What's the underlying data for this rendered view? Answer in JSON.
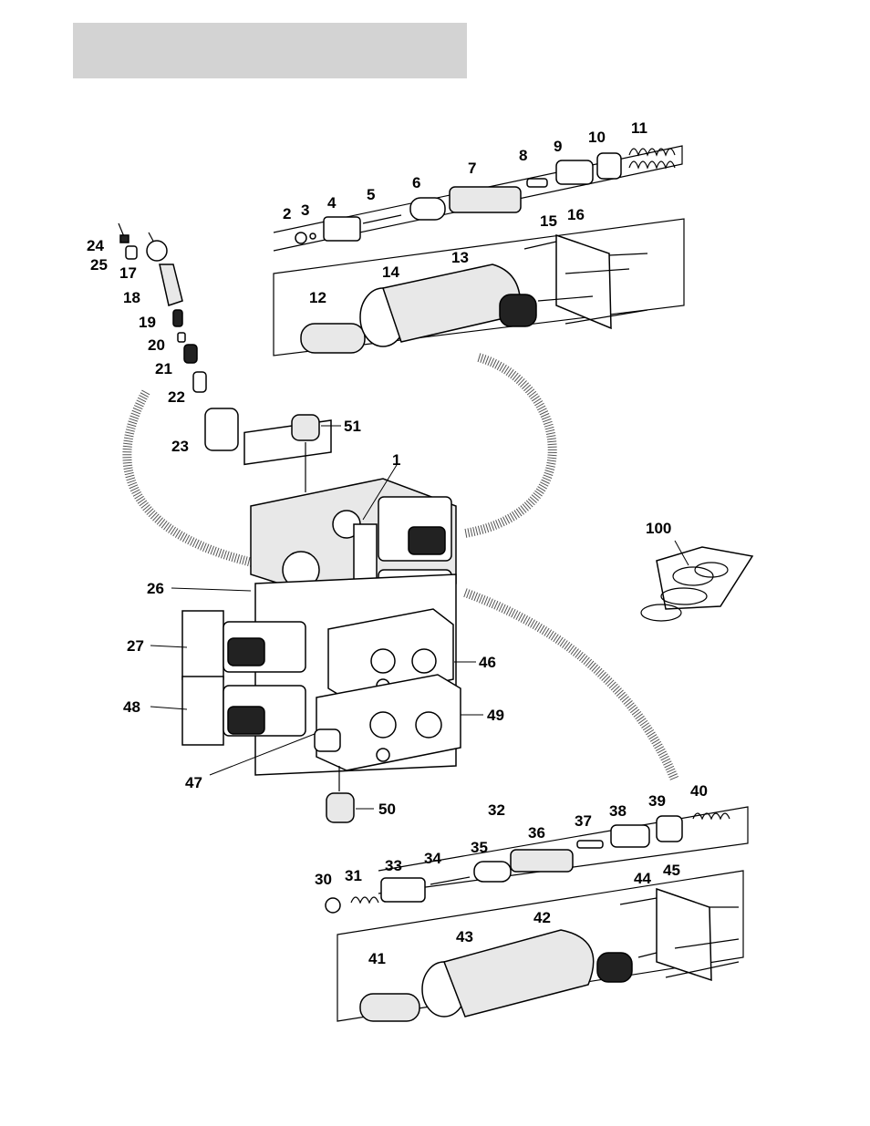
{
  "header": {
    "title": ""
  },
  "callouts": [
    {
      "id": "1",
      "text": "1"
    },
    {
      "id": "2",
      "text": "2"
    },
    {
      "id": "3",
      "text": "3"
    },
    {
      "id": "4",
      "text": "4"
    },
    {
      "id": "5",
      "text": "5"
    },
    {
      "id": "6",
      "text": "6"
    },
    {
      "id": "7",
      "text": "7"
    },
    {
      "id": "8",
      "text": "8"
    },
    {
      "id": "9",
      "text": "9"
    },
    {
      "id": "10",
      "text": "10"
    },
    {
      "id": "11",
      "text": "11"
    },
    {
      "id": "12",
      "text": "12"
    },
    {
      "id": "13",
      "text": "13"
    },
    {
      "id": "14",
      "text": "14"
    },
    {
      "id": "15",
      "text": "15"
    },
    {
      "id": "16",
      "text": "16"
    },
    {
      "id": "17",
      "text": "17"
    },
    {
      "id": "18",
      "text": "18"
    },
    {
      "id": "19",
      "text": "19"
    },
    {
      "id": "20",
      "text": "20"
    },
    {
      "id": "21",
      "text": "21"
    },
    {
      "id": "22",
      "text": "22"
    },
    {
      "id": "23",
      "text": "23"
    },
    {
      "id": "24",
      "text": "24"
    },
    {
      "id": "25",
      "text": "25"
    },
    {
      "id": "26",
      "text": "26"
    },
    {
      "id": "27",
      "text": "27"
    },
    {
      "id": "30",
      "text": "30"
    },
    {
      "id": "31",
      "text": "31"
    },
    {
      "id": "32",
      "text": "32"
    },
    {
      "id": "33",
      "text": "33"
    },
    {
      "id": "34",
      "text": "34"
    },
    {
      "id": "35",
      "text": "35"
    },
    {
      "id": "36",
      "text": "36"
    },
    {
      "id": "37",
      "text": "37"
    },
    {
      "id": "38",
      "text": "38"
    },
    {
      "id": "39",
      "text": "39"
    },
    {
      "id": "40",
      "text": "40"
    },
    {
      "id": "41",
      "text": "41"
    },
    {
      "id": "42",
      "text": "42"
    },
    {
      "id": "43",
      "text": "43"
    },
    {
      "id": "44",
      "text": "44"
    },
    {
      "id": "45",
      "text": "45"
    },
    {
      "id": "46",
      "text": "46"
    },
    {
      "id": "47",
      "text": "47"
    },
    {
      "id": "48",
      "text": "48"
    },
    {
      "id": "49",
      "text": "49"
    },
    {
      "id": "50",
      "text": "50"
    },
    {
      "id": "51",
      "text": "51"
    },
    {
      "id": "100",
      "text": "100"
    }
  ],
  "colors": {
    "header_fill": "#d3d3d3",
    "ink": "#000000",
    "paper": "#ffffff"
  }
}
